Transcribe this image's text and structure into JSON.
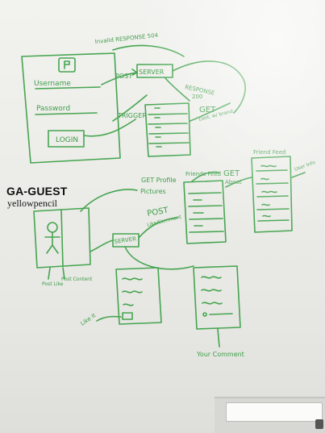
{
  "sticker": {
    "network": "GA-GUEST",
    "password": "yellowpencil"
  },
  "top": {
    "invalid_response": "Invalid RESPONSE 504",
    "post": "POST",
    "server": "SERVER",
    "username": "Username",
    "password": "Password",
    "login": "LOGIN",
    "response": "RESPONSE",
    "response_code": "200",
    "trigger": "TRIGGER",
    "get": "GET",
    "get_note": "cont. w/ brand"
  },
  "middle": {
    "get_profile": "GET Profile",
    "pictures": "Pictures",
    "friends_feed": "Friends Feed",
    "get": "GET",
    "about": "About",
    "friend_feed": "Friend Feed",
    "user_info": "User Info",
    "post": "POST",
    "like_comment": "Like/Comment",
    "server": "SERVER",
    "post_like": "Post Like",
    "post_content": "Post Content"
  },
  "bottom": {
    "like_it": "Like it",
    "your_comment": "Your Comment"
  },
  "colors": {
    "marker_green": "#45a550",
    "board": "#efefec"
  }
}
